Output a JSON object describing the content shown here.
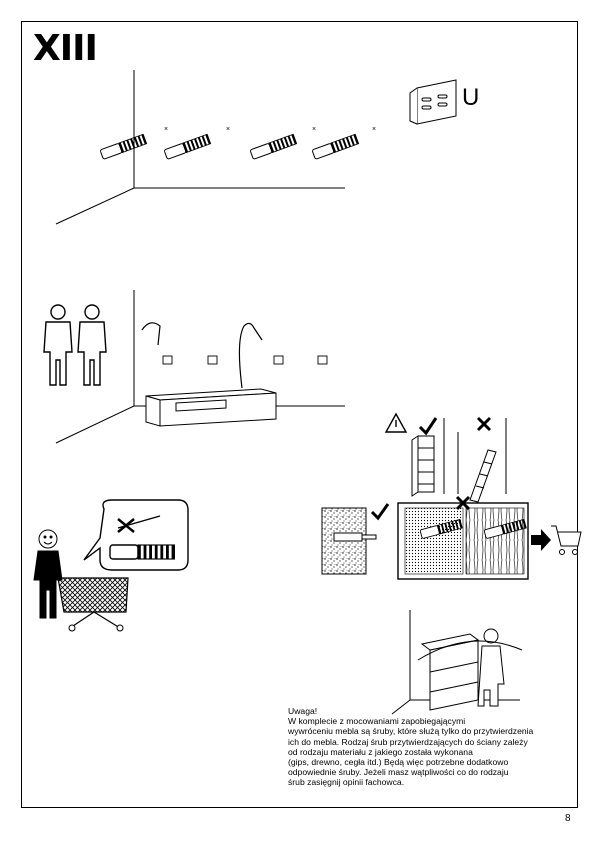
{
  "step_number": "XIII",
  "part_label": "U",
  "warning": {
    "title": "Uwaga!",
    "lines": [
      "W komplecie z mocowaniami zapobiegającymi",
      "wywróceniu mebla są śruby, które służą tylko do przytwierdzenia",
      "ich do mebla. Rodzaj śrub przytwierdzających do ściany zależy",
      "od rodzaju materiału z jakiego została wykonana",
      "(gips, drewno, cegła itd.) Będą więc potrzebne dodatkowo",
      "odpowiednie śruby. Jeżeli masz wątpliwości co do rodzaju",
      "śrub zasięgnij opinii fachowca."
    ]
  },
  "page_number": "8",
  "icons": [
    "wall-plug-icon",
    "bracket-icon",
    "two-person-icon",
    "shopping-cart-icon",
    "check-icon",
    "cross-icon",
    "warning-triangle-icon",
    "arrow-right-icon"
  ]
}
